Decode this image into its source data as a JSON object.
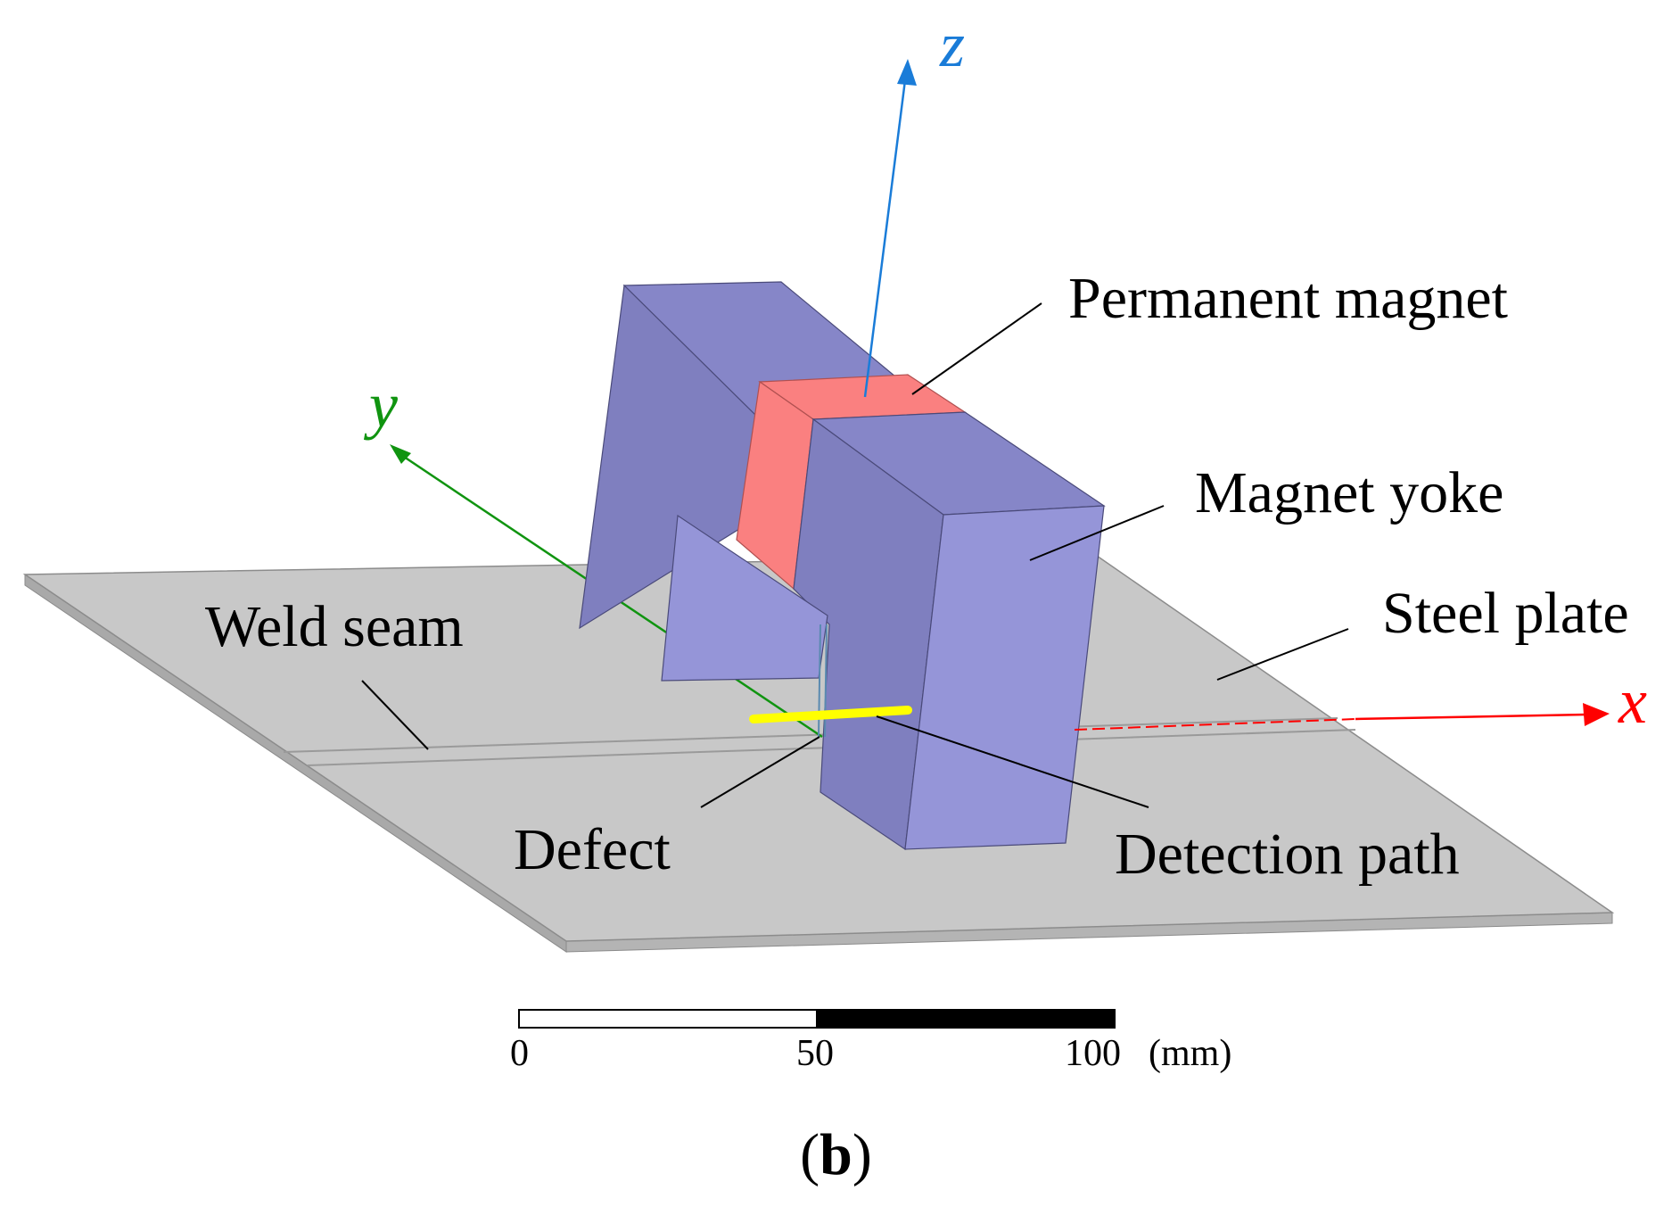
{
  "labels": {
    "permanent_magnet": "Permanent magnet",
    "magnet_yoke": "Magnet yoke",
    "steel_plate": "Steel plate",
    "weld_seam": "Weld seam",
    "defect": "Defect",
    "detection_path": "Detection path"
  },
  "axes": {
    "x": "x",
    "y": "y",
    "z": "z"
  },
  "scale_bar": {
    "ticks": [
      "0",
      "50",
      "100"
    ],
    "unit": "(mm)"
  },
  "panel_label": {
    "open": "(",
    "letter": "b",
    "close": ")"
  },
  "colors": {
    "plate_top": "#c8c8c8",
    "plate_edge": "#a9a9a9",
    "yoke_front": "#9595d8",
    "yoke_side": "#7f7fbf",
    "yoke_top": "#8686c8",
    "magnet": "#fa8080",
    "detection_path": "#ffff00",
    "x_axis": "#ff0000",
    "y_axis": "#109410",
    "z_axis": "#1a7cd8"
  }
}
